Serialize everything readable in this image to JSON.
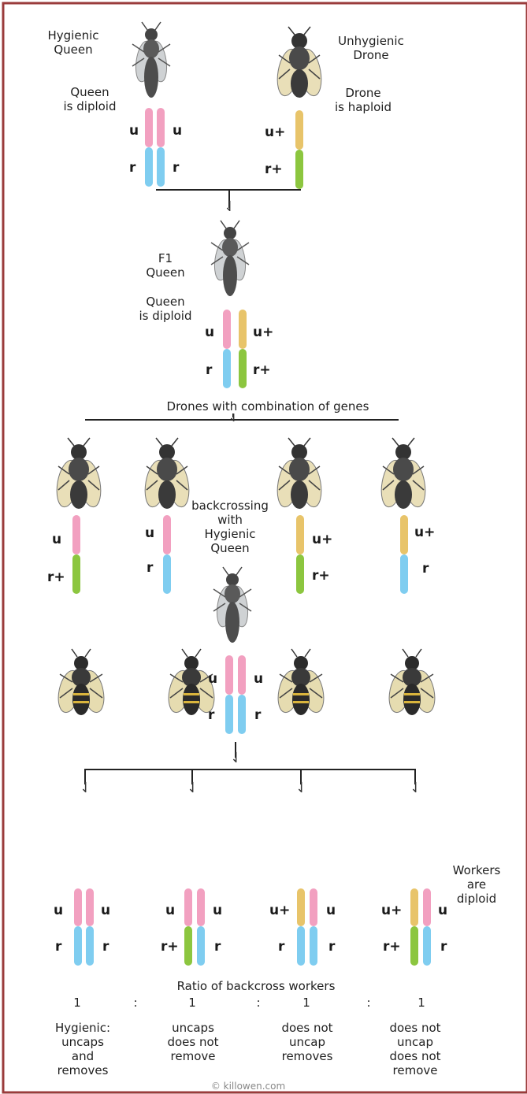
{
  "colors": {
    "u": "#f2a0c0",
    "r": "#7fcdf0",
    "uplus": "#e8c46a",
    "rplus": "#8cc63f",
    "border": "#9a3b3b"
  },
  "parents": {
    "queen_label": "Hygienic\nQueen",
    "queen_note": "Queen\nis diploid",
    "drone_label": "Unhygienic\nDrone",
    "drone_note": "Drone\nis haploid",
    "queen_genes": {
      "u_left": "u",
      "u_right": "u",
      "r_left": "r",
      "r_right": "r"
    },
    "drone_genes": {
      "top": "u+",
      "bottom": "r+"
    }
  },
  "f1": {
    "label": "F1\nQueen",
    "note": "Queen\nis diploid",
    "genes": {
      "u": "u",
      "uplus": "u+",
      "r": "r",
      "rplus": "r+"
    }
  },
  "drones_caption": "Drones with combination of genes",
  "drones": [
    {
      "top": "u",
      "bottom": "r+"
    },
    {
      "top": "u",
      "bottom": "r"
    },
    {
      "top": "u+",
      "bottom": "r+"
    },
    {
      "top": "u+",
      "bottom": "r"
    }
  ],
  "backcross": {
    "label": "backcrossing\nwith\nHygienic\nQueen",
    "genes": {
      "u_left": "u",
      "u_right": "u",
      "r_left": "r",
      "r_right": "r"
    }
  },
  "workers_note": "Workers\nare\ndiploid",
  "workers": [
    {
      "tl": "u",
      "tr": "u",
      "bl": "r",
      "br": "r"
    },
    {
      "tl": "u",
      "tr": "u",
      "bl": "r+",
      "br": "r"
    },
    {
      "tl": "u+",
      "tr": "u",
      "bl": "r",
      "br": "r"
    },
    {
      "tl": "u+",
      "tr": "u",
      "bl": "r+",
      "br": "r"
    }
  ],
  "ratio_title": "Ratio of backcross workers",
  "ratio_values": [
    "1",
    "1",
    "1",
    "1"
  ],
  "ratio_sep": ":",
  "phenotypes": [
    "Hygienic:\nuncaps\nand\nremoves",
    "uncaps\ndoes not\nremove",
    "does not\nuncap\nremoves",
    "does not\nuncap\ndoes not\nremove"
  ],
  "copyright": "© killowen.com"
}
